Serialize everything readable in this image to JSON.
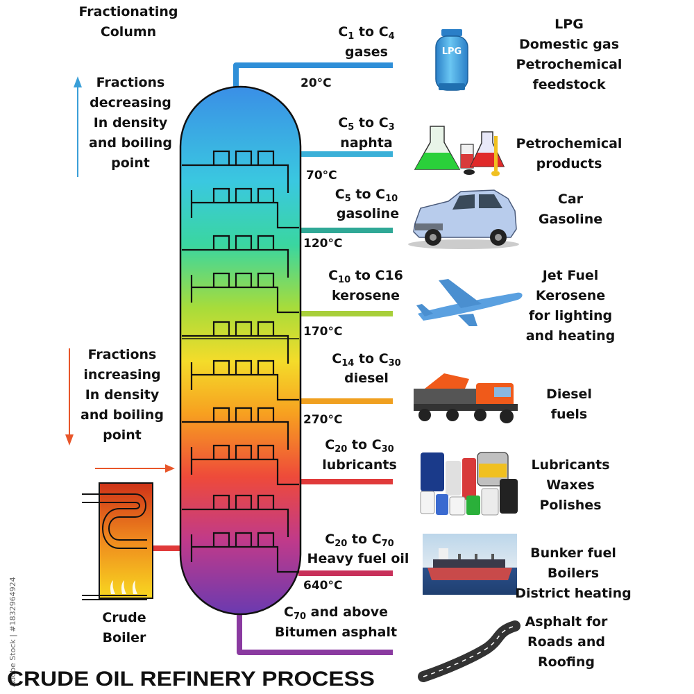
{
  "title": "CRUDE OIL REFINERY PROCESS",
  "column_label": [
    "Fractionating",
    "Column"
  ],
  "arrow_up_label": [
    "Fractions",
    "decreasing",
    "In density",
    "and  boiling",
    "point"
  ],
  "arrow_down_label": [
    "Fractions",
    "increasing",
    "In density",
    "and  boiling",
    "point"
  ],
  "boiler_label": [
    "Crude",
    "Boiler"
  ],
  "stock_id": "Adobe Stock | #1832964924",
  "colors": {
    "column_top": "#3aa0e6",
    "column_bottom": "#6a3aa8",
    "arrow_up": "#3a9fd8",
    "arrow_down": "#e8562a",
    "boiler_top": "#d63a1a",
    "boiler_bottom": "#f7d21a"
  },
  "temperatures": [
    "20°C",
    "70°C",
    "120°C",
    "170°C",
    "270°C",
    "640°C"
  ],
  "fractions": [
    {
      "chain": {
        "a_main": "C",
        "a_sub": "1",
        "mid": " to ",
        "b_main": "C",
        "b_sub": "4"
      },
      "name": "gases",
      "uses": [
        "LPG",
        "Domestic gas",
        "Petrochemical",
        "feedstock"
      ],
      "icon": "lpg-cylinder-icon",
      "icon_text": "LPG",
      "pipe_color": "#2f8fd8"
    },
    {
      "chain": {
        "a_main": "C",
        "a_sub": "5",
        "mid": " to ",
        "b_main": "C",
        "b_sub": "3"
      },
      "name": "naphta",
      "uses": [
        "Petrochemical",
        "products"
      ],
      "icon": "lab-flasks-icon",
      "pipe_color": "#3ab0d8"
    },
    {
      "chain": {
        "a_main": "C",
        "a_sub": "5",
        "mid": " to ",
        "b_main": "C",
        "b_sub": "10"
      },
      "name": "gasoline",
      "uses": [
        "Car",
        "Gasoline"
      ],
      "icon": "car-icon",
      "pipe_color": "#2fa896"
    },
    {
      "chain": {
        "a_main": "C",
        "a_sub": "10",
        "mid": " to ",
        "b_main": "C16",
        "b_sub": ""
      },
      "name": "kerosene",
      "uses": [
        "Jet Fuel",
        "Kerosene",
        "for lighting",
        "and heating"
      ],
      "icon": "airplane-icon",
      "pipe_color": "#a8cf3a"
    },
    {
      "chain": {
        "a_main": "C",
        "a_sub": "14",
        "mid": " to ",
        "b_main": "C",
        "b_sub": "30"
      },
      "name": "diesel",
      "uses": [
        "Diesel",
        "fuels"
      ],
      "icon": "truck-icon",
      "pipe_color": "#f0a020"
    },
    {
      "chain": {
        "a_main": "C",
        "a_sub": "20",
        "mid": " to ",
        "b_main": "C",
        "b_sub": "30"
      },
      "name": "lubricants",
      "uses": [
        "Lubricants",
        "Waxes",
        "Polishes"
      ],
      "icon": "oil-containers-icon",
      "pipe_color": "#e03a3a"
    },
    {
      "chain": {
        "a_main": "C",
        "a_sub": "20",
        "mid": " to ",
        "b_main": "C",
        "b_sub": "70"
      },
      "name": "Heavy fuel oil",
      "uses": [
        "Bunker fuel",
        "Boilers",
        "District heating"
      ],
      "icon": "cargo-ship-icon",
      "pipe_color": "#c8305a"
    },
    {
      "chain": {
        "a_main": "C",
        "a_sub": "70",
        "mid": " and above",
        "b_main": "",
        "b_sub": ""
      },
      "name": "Bitumen asphalt",
      "uses": [
        "Asphalt for",
        "Roads and",
        "Roofing"
      ],
      "icon": "road-icon",
      "pipe_color": "#8a3aa0"
    }
  ]
}
